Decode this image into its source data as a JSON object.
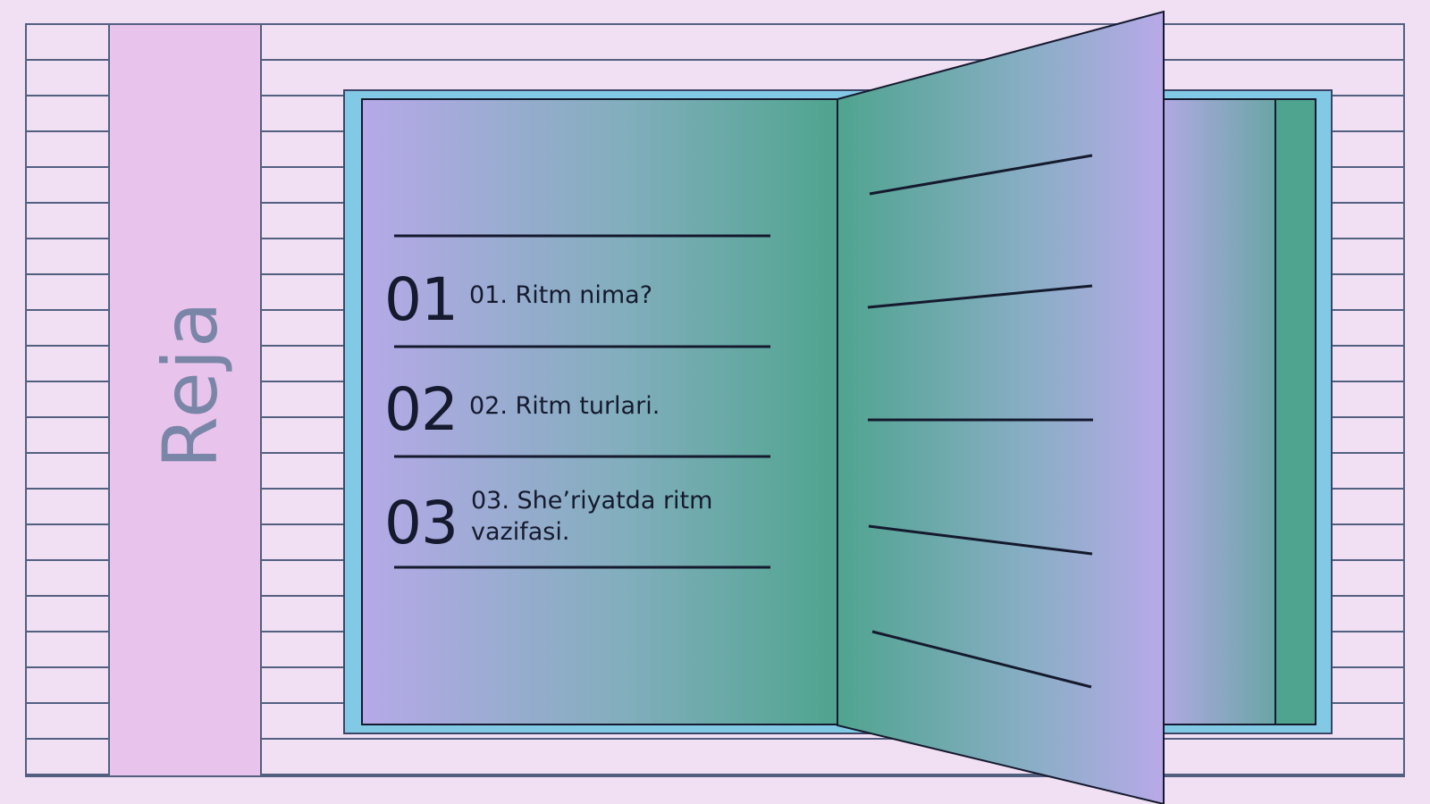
{
  "slide": {
    "title": "Reja",
    "items": [
      {
        "number": "01",
        "text": "01. Ritm nima?"
      },
      {
        "number": "02",
        "text": "02. Ritm turlari."
      },
      {
        "number": "03",
        "text": "03. She’riyatda ritm\nvazifasi."
      }
    ]
  },
  "colors": {
    "background": "#f1dff3",
    "sidebar_band": "#e8c3eb",
    "line": "#52607f",
    "book_frame": "#82c9e6",
    "page_gradient_start": "#b4a8e6",
    "page_gradient_end": "#4fa48f",
    "ink": "#151a2e",
    "title_text": "#7a86a8"
  }
}
